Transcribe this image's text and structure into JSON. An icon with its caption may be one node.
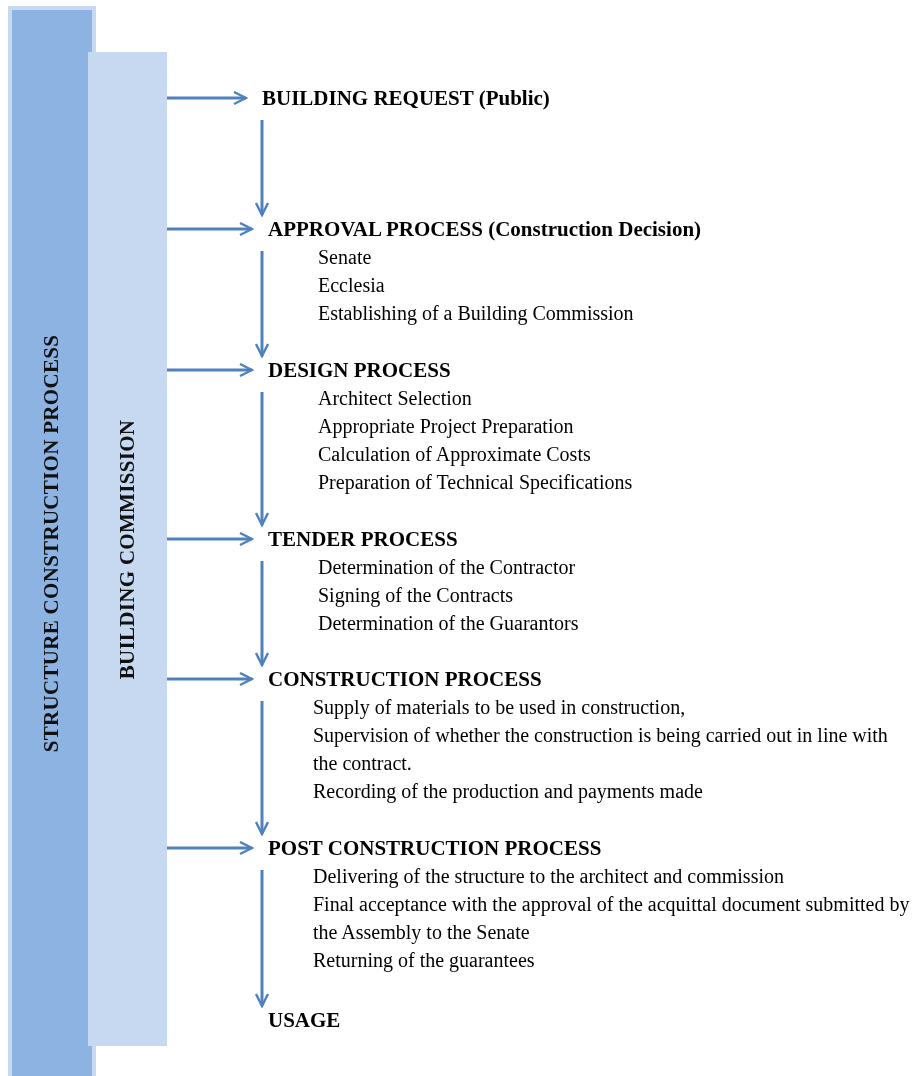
{
  "diagram": {
    "nodes": [
      {
        "text": [
          "STRUCTURE CONSTRUCTION PROCESS"
        ]
      },
      {
        "text": [
          "BUILDING COMMISSION"
        ]
      },
      {
        "text": [
          "BUILDING REQUEST (Public)"
        ]
      },
      {
        "text": [
          "APPROVAL PROCESS (Construction Decision)",
          "Senate",
          "Ecclesia",
          "Establishing of a Building Commission"
        ]
      },
      {
        "text": [
          "DESIGN PROCESS",
          "Architect Selection",
          "Appropriate Project Preparation",
          "Calculation of Approximate Costs",
          "Preparation of Technical Specifications"
        ]
      },
      {
        "text": [
          "TENDER PROCESS",
          "Determination of the Contractor",
          "Signing of the Contracts",
          "Determination of the Guarantors"
        ]
      },
      {
        "text": [
          "CONSTRUCTION PROCESS",
          "Supply of materials to be used in construction,",
          "Supervision of whether the construction is being carried out in line with the contract.",
          "Recording of the production and payments made"
        ]
      },
      {
        "text": [
          "POST CONSTRUCTION PROCESS",
          "Delivering of the structure to the architect and commission",
          "Final acceptance with the approval of the acquittal document submitted by the Assembly to the Senate",
          "Returning of the guarantees"
        ]
      },
      {
        "text": [
          "USAGE"
        ]
      }
    ],
    "edges": [
      {
        "from": 1,
        "to": 2,
        "arrow": "to"
      },
      {
        "from": 2,
        "to": 3,
        "arrow": "to"
      },
      {
        "from": 1,
        "to": 3,
        "arrow": "to"
      },
      {
        "from": 3,
        "to": 4,
        "arrow": "to"
      },
      {
        "from": 1,
        "to": 4,
        "arrow": "to"
      },
      {
        "from": 4,
        "to": 5,
        "arrow": "to"
      },
      {
        "from": 1,
        "to": 5,
        "arrow": "to"
      },
      {
        "from": 5,
        "to": 6,
        "arrow": "to"
      },
      {
        "from": 1,
        "to": 6,
        "arrow": "to"
      },
      {
        "from": 6,
        "to": 7,
        "arrow": "to"
      },
      {
        "from": 1,
        "to": 7,
        "arrow": "to"
      },
      {
        "from": 7,
        "to": 8,
        "arrow": "to"
      }
    ]
  }
}
